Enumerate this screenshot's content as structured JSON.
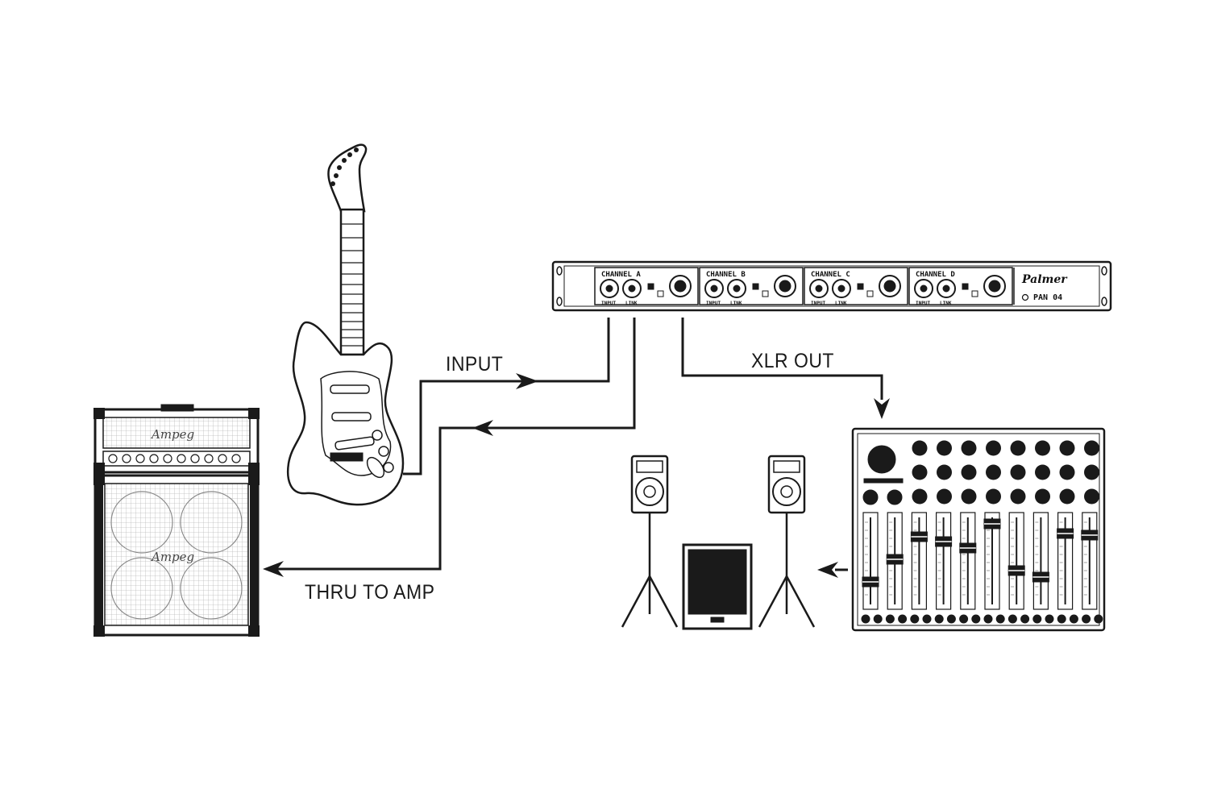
{
  "labels": {
    "input": "INPUT",
    "xlr_out": "XLR OUT",
    "thru_to_amp": "THRU TO AMP"
  },
  "rack": {
    "channels": [
      "CHANNEL A",
      "CHANNEL B",
      "CHANNEL C",
      "CHANNEL D"
    ],
    "jack_input": "INPUT",
    "jack_link": "LINK",
    "brand": "Palmer",
    "model": "PAN 04"
  },
  "amp": {
    "head_logo": "Ampeg",
    "cab_logo": "Ampeg"
  },
  "colors": {
    "line": "#1a1a1a",
    "background": "#ffffff"
  }
}
